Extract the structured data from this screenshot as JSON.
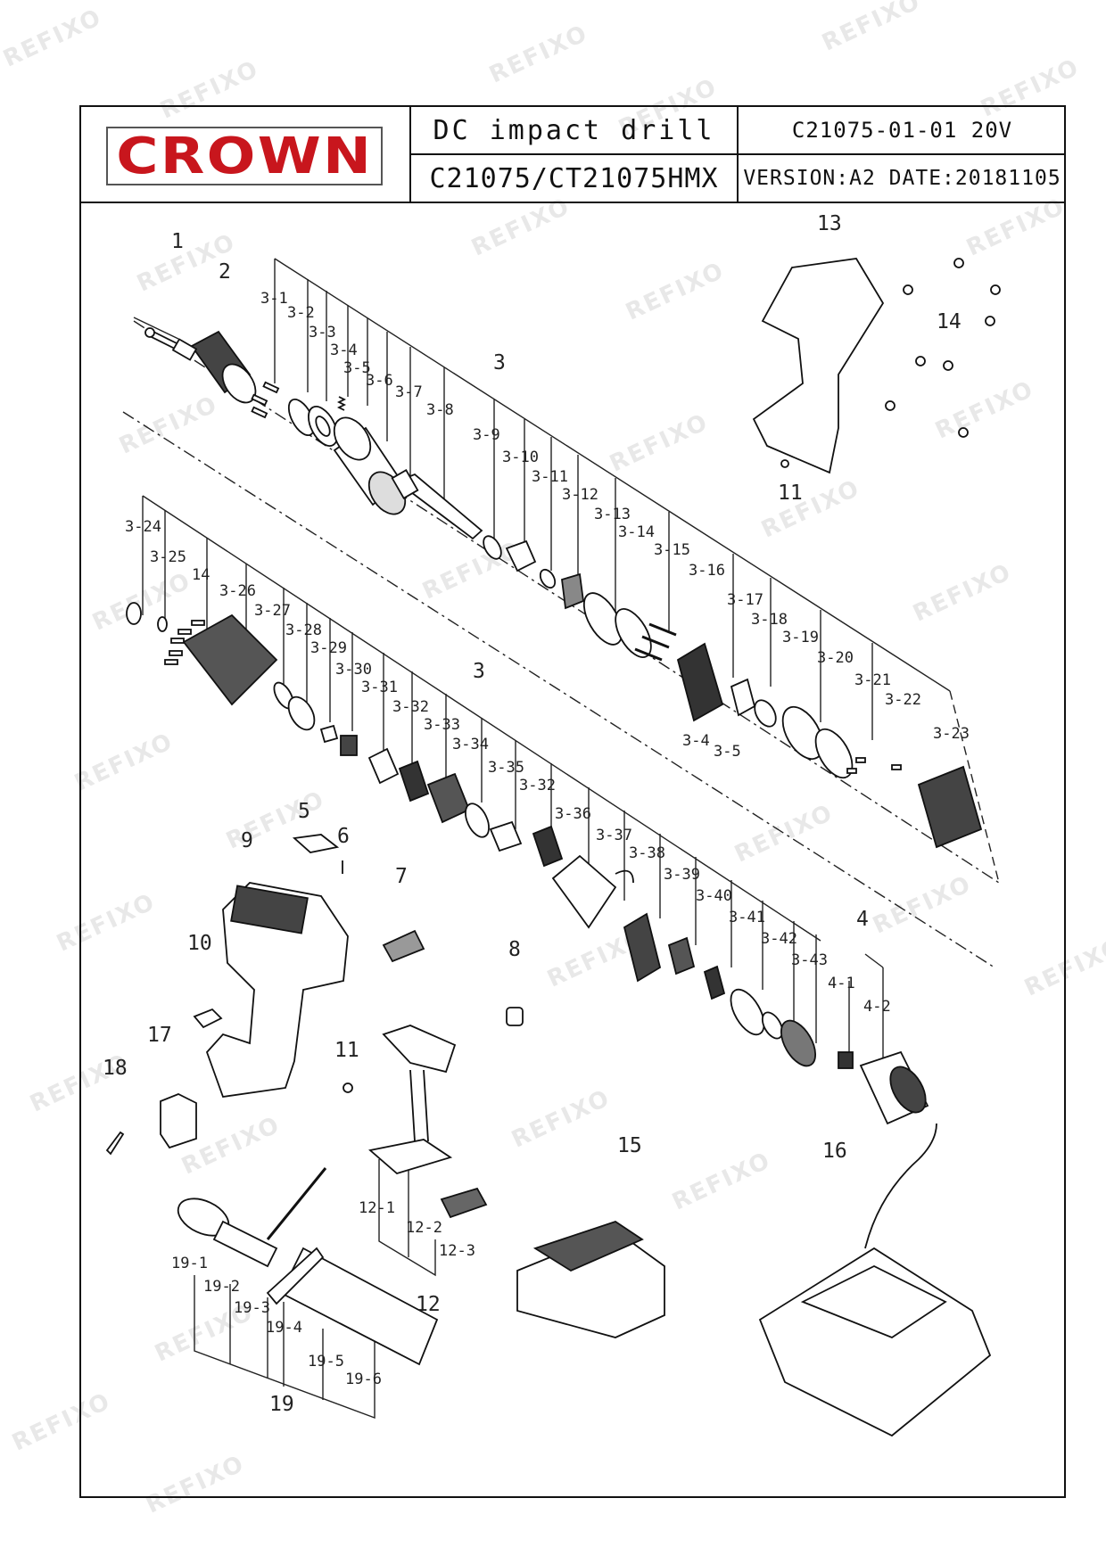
{
  "header": {
    "brand": "CROWN",
    "product_name": "DC impact drill",
    "model": "C21075/CT21075HMX",
    "code": "C21075-01-01 20V",
    "version": "VERSION:A2 DATE:20181105"
  },
  "watermark": "REFIXO",
  "labels": {
    "l1": "1",
    "l2": "2",
    "l3a": "3",
    "l3b": "3",
    "l4": "4",
    "l5": "5",
    "l6": "6",
    "l7": "7",
    "l8": "8",
    "l9": "9",
    "l10": "10",
    "l11a": "11",
    "l11b": "11",
    "l12": "12",
    "l13": "13",
    "l14a": "14",
    "l14b": "14",
    "l15": "15",
    "l16": "16",
    "l17": "17",
    "l18": "18",
    "l19": "19",
    "p3_1": "3-1",
    "p3_2": "3-2",
    "p3_3": "3-3",
    "p3_4": "3-4",
    "p3_5": "3-5",
    "p3_6": "3-6",
    "p3_7": "3-7",
    "p3_8": "3-8",
    "p3_9": "3-9",
    "p3_10": "3-10",
    "p3_11": "3-11",
    "p3_12": "3-12",
    "p3_13": "3-13",
    "p3_14": "3-14",
    "p3_15": "3-15",
    "p3_16": "3-16",
    "p3_17": "3-17",
    "p3_18": "3-18",
    "p3_19": "3-19",
    "p3_20": "3-20",
    "p3_21": "3-21",
    "p3_22": "3-22",
    "p3_23": "3-23",
    "p3_24": "3-24",
    "p3_25": "3-25",
    "p3_26": "3-26",
    "p3_27": "3-27",
    "p3_28": "3-28",
    "p3_29": "3-29",
    "p3_30": "3-30",
    "p3_31": "3-31",
    "p3_32a": "3-32",
    "p3_33": "3-33",
    "p3_34": "3-34",
    "p3_35": "3-35",
    "p3_32b": "3-32",
    "p3_36": "3-36",
    "p3_37": "3-37",
    "p3_38": "3-38",
    "p3_39": "3-39",
    "p3_40": "3-40",
    "p3_41": "3-41",
    "p3_42": "3-42",
    "p3_43": "3-43",
    "p3_4b": "3-4",
    "p3_5b": "3-5",
    "p4_1": "4-1",
    "p4_2": "4-2",
    "p12_1": "12-1",
    "p12_2": "12-2",
    "p12_3": "12-3",
    "p19_1": "19-1",
    "p19_2": "19-2",
    "p19_3": "19-3",
    "p19_4": "19-4",
    "p19_5": "19-5",
    "p19_6": "19-6"
  }
}
